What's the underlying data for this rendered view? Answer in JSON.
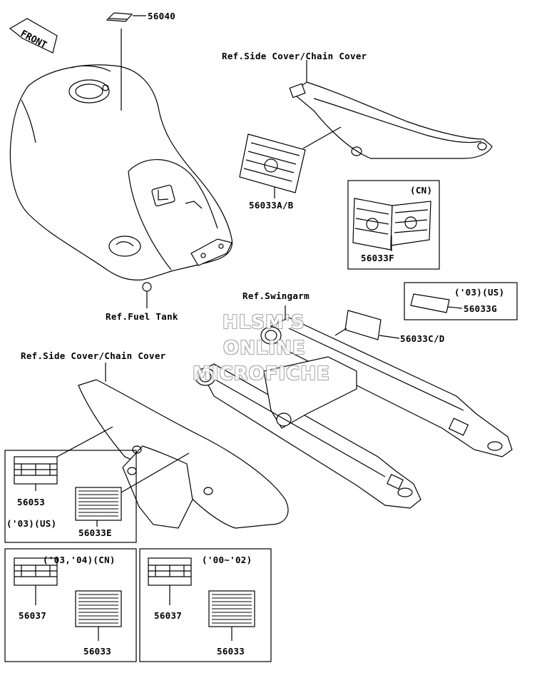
{
  "diagram": {
    "front_label": "FRONT",
    "labels": {
      "p56040": "56040",
      "ref_side_cover_top": "Ref.Side Cover/Chain Cover",
      "p56033ab": "56033A/B",
      "cn_tag": "(CN)",
      "p56033f": "56033F",
      "us03_tag": "('03)(US)",
      "p56033g": "56033G",
      "ref_swingarm": "Ref.Swingarm",
      "p56033cd": "56033C/D",
      "ref_fuel_tank": "Ref.Fuel Tank",
      "ref_side_cover_bottom": "Ref.Side Cover/Chain Cover",
      "p56053": "56053",
      "us03_tag_left": "('03)(US)",
      "p56033e": "56033E",
      "cn_0304_tag": "('03,'04)(CN)",
      "p56037_left": "56037",
      "p56033_left": "56033",
      "y0002_tag": "('00~'02)",
      "p56037_right": "56037",
      "p56033_right": "56033"
    },
    "watermark": [
      "HLSM'S",
      "ONLINE",
      "MICROFICHE"
    ]
  }
}
